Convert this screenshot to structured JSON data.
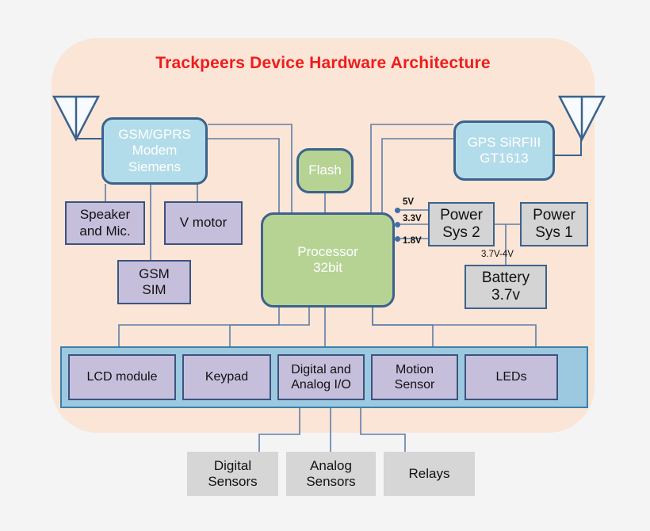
{
  "diagram": {
    "title": "Trackpeers Device Hardware Architecture",
    "colors": {
      "panel_bg": "#fae5d6",
      "title_red": "#f01c1c",
      "comm_blue": "#b3dcea",
      "processor_green": "#b6d394",
      "peripheral_lavender": "#c6bfdc",
      "power_gray": "#d4d4d4",
      "sensor_gray": "#d6d6d6",
      "border_blue": "#3c628c",
      "bus_teal": "#9cc9e0"
    }
  },
  "antennas": {
    "left": "gsm-antenna",
    "right": "gps-antenna"
  },
  "nodes": {
    "gsm_modem": "GSM/GPRS\nModem\nSiemens",
    "gsm_modem_lines": [
      "GSM/GPRS",
      "Modem",
      "Siemens"
    ],
    "gps": "GPS SiRFIII\nGT1613",
    "gps_lines": [
      "GPS SiRFIII",
      "GT1613"
    ],
    "flash": "Flash",
    "processor_lines": [
      "Processor",
      "32bit"
    ],
    "speaker_lines": [
      "Speaker",
      "and Mic."
    ],
    "v_motor": "V motor",
    "gsm_sim_lines": [
      "GSM",
      "SIM"
    ],
    "power_sys_2_lines": [
      "Power",
      "Sys 2"
    ],
    "power_sys_1_lines": [
      "Power",
      "Sys 1"
    ],
    "battery_lines": [
      "Battery",
      "3.7v"
    ]
  },
  "voltages": {
    "rail_5v": "5V",
    "rail_3v3": "3.3V",
    "rail_1v8": "1.8V",
    "battery_range": "3.7V-4V"
  },
  "bus_items": [
    {
      "label": "LCD module",
      "lines": [
        "LCD module"
      ]
    },
    {
      "label": "Keypad",
      "lines": [
        "Keypad"
      ]
    },
    {
      "label": "Digital and Analog I/O",
      "lines": [
        "Digital and",
        "Analog I/O"
      ]
    },
    {
      "label": "Motion Sensor",
      "lines": [
        "Motion",
        "Sensor"
      ]
    },
    {
      "label": "LEDs",
      "lines": [
        "LEDs"
      ]
    }
  ],
  "external_devices": [
    {
      "label": "Digital Sensors",
      "lines": [
        "Digital",
        "Sensors"
      ]
    },
    {
      "label": "Analog Sensors",
      "lines": [
        "Analog",
        "Sensors"
      ]
    },
    {
      "label": "Relays",
      "lines": [
        "Relays"
      ]
    }
  ]
}
